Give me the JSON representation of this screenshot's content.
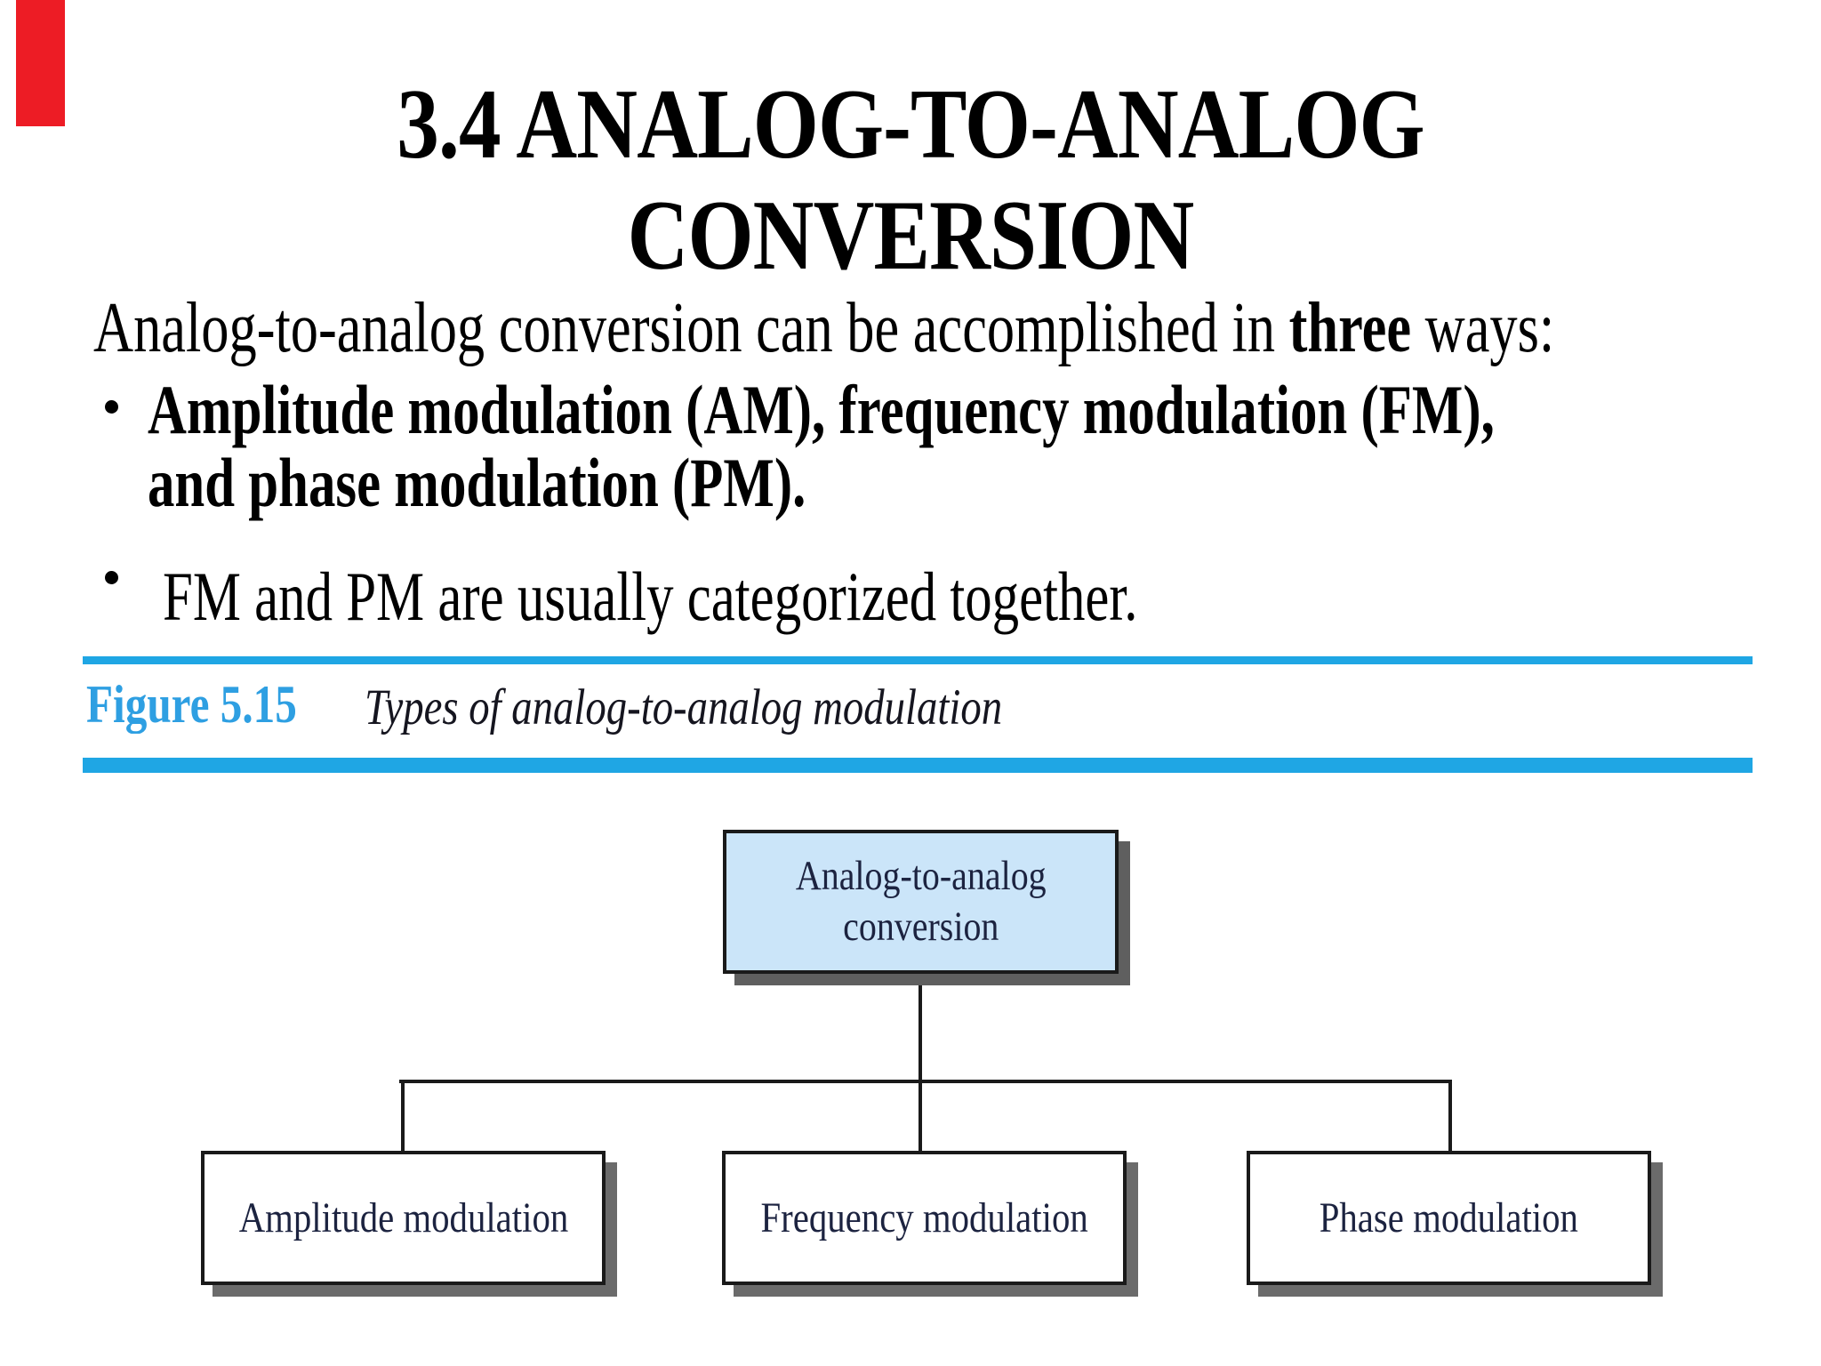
{
  "slide": {
    "accent_color": "#ED1C25",
    "title": {
      "line1": "3.4 ANALOG-TO-ANALOG",
      "line2": "CONVERSION"
    },
    "intro": {
      "before_bold": "Analog-to-analog conversion can be accomplished in ",
      "bold_word": "three",
      "after_bold": " ways:"
    },
    "bullets": [
      {
        "line1": "Amplitude modulation (AM), frequency modulation (FM),",
        "line2": "and phase modulation (PM)."
      },
      {
        "line1": "FM and PM are usually categorized together."
      }
    ],
    "figure": {
      "label": "Figure 5.15",
      "caption": "Types of analog-to-analog modulation",
      "rule_color": "#1FA6E4",
      "label_color": "#2E9FE2"
    },
    "diagram": {
      "root": {
        "line1": "Analog-to-analog",
        "line2": "conversion",
        "fill_color": "#CBE5F9"
      },
      "children": [
        "Amplitude modulation",
        "Frequency modulation",
        "Phase modulation"
      ]
    }
  }
}
